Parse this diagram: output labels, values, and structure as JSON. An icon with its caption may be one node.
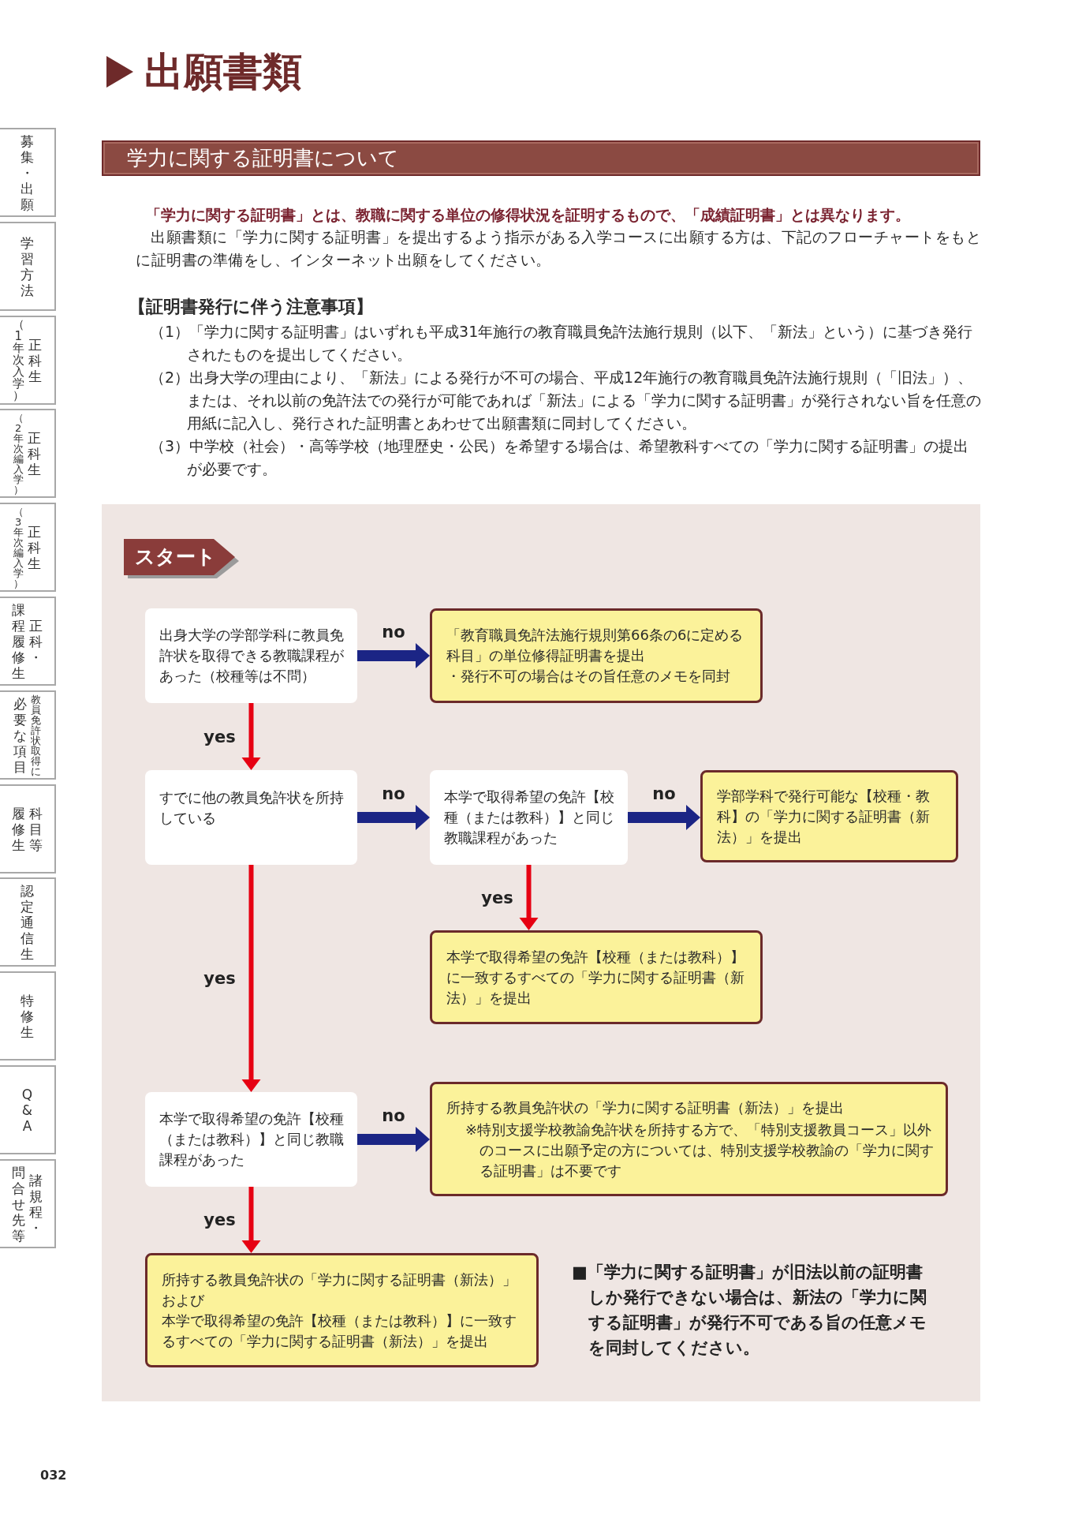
{
  "diagram": {
    "title": "出願書類",
    "nodes": [
      {
        "text": [
          "学力に関する証明書について"
        ]
      },
      {
        "text": [
          "スタート"
        ]
      },
      {
        "text": [
          "出身大学の学部学科に教員免許状を取得できる教職課程があった（校種等は不問）"
        ]
      },
      {
        "text": [
          "「教育職員免許法施行規則第66条の6に定める科目」の単位修得証明書を提出",
          "・発行不可の場合はその旨任意のメモを同封"
        ]
      },
      {
        "text": [
          "すでに他の教員免許状を所持している"
        ]
      },
      {
        "text": [
          "本学で取得希望の免許【校種（または教科）】と同じ教職課程があった"
        ]
      },
      {
        "text": [
          "学部学科で発行可能な【校種・教科】の「学力に関する証明書（新法）」を提出"
        ]
      },
      {
        "text": [
          "本学で取得希望の免許【校種（または教科）】に一致するすべての「学力に関する証明書（新法）」を提出"
        ]
      },
      {
        "text": [
          "本学で取得希望の免許【校種（または教科）】と同じ教職課程があった"
        ]
      },
      {
        "text": [
          "所持する教員免許状の「学力に関する証明書（新法）」を提出",
          "※特別支援学校教諭免許状を所持する方で、「特別支援教員コース」以外のコースに出願予定の方については、特別支援学校教諭の「学力に関する証明書」は不要です"
        ]
      },
      {
        "text": [
          "所持する教員免許状の「学力に関する証明書（新法）」",
          "および",
          "本学で取得希望の免許【校種（または教科）】に一致するすべての「学力に関する証明書（新法）」を提出"
        ]
      },
      {
        "text": [
          "募集・出願"
        ]
      },
      {
        "text": [
          "学習方法"
        ]
      },
      {
        "text": [
          "（1年次入学）",
          "正科生"
        ]
      },
      {
        "text": [
          "（2年次編入学）",
          "正科生"
        ]
      },
      {
        "text": [
          "（3年次編入学）",
          "正科生"
        ]
      },
      {
        "text": [
          "課程履修生",
          "正科・"
        ]
      },
      {
        "text": [
          "必要な項目",
          "教員免許状取得に"
        ]
      },
      {
        "text": [
          "履修生",
          "科目等"
        ]
      },
      {
        "text": [
          "認定通信生"
        ]
      },
      {
        "text": [
          "特修生"
        ]
      },
      {
        "text": [
          "Q&A"
        ]
      },
      {
        "text": [
          "問合せ先等",
          "諸規程・"
        ]
      }
    ],
    "edges": [
      {
        "from": 2,
        "to": 3,
        "arrow": "to",
        "label": "no",
        "style": "thick",
        "color": "#1b2585"
      },
      {
        "from": 2,
        "to": 4,
        "arrow": "to",
        "label": "yes",
        "color": "#e60012"
      },
      {
        "from": 4,
        "to": 5,
        "arrow": "to",
        "label": "no",
        "style": "thick",
        "color": "#1b2585"
      },
      {
        "from": 5,
        "to": 6,
        "arrow": "to",
        "label": "no",
        "style": "thick",
        "color": "#1b2585"
      },
      {
        "from": 5,
        "to": 7,
        "arrow": "to",
        "label": "yes",
        "color": "#e60012"
      },
      {
        "from": 4,
        "to": 8,
        "arrow": "to",
        "label": "yes",
        "color": "#e60012"
      },
      {
        "from": 8,
        "to": 9,
        "arrow": "to",
        "label": "no",
        "style": "thick",
        "color": "#1b2585"
      },
      {
        "from": 8,
        "to": 10,
        "arrow": "to",
        "label": "yes",
        "color": "#e60012"
      }
    ],
    "labels": [
      "「学力に関する証明書」とは、教職に関する単位の修得状況を証明するもので、「成績証明書」とは異なります。",
      "出願書類に「学力に関する証明書」を提出するよう指示がある入学コースに出願する方は、下記のフローチャートをもとに証明書の準備をし、インターネット出願をしてください。",
      "【証明書発行に伴う注意事項】",
      "（1）「学力に関する証明書」はいずれも平成31年施行の教育職員免許法施行規則（以下、「新法」という）に基づき発行されたものを提出してください。",
      "（2）出身大学の理由により、「新法」による発行が不可の場合、平成12年施行の教育職員免許法施行規則（「旧法」）、または、それ以前の免許法での発行が可能であれば「新法」による「学力に関する証明書」が発行されない旨を任意の用紙に記入し、発行された証明書とあわせて出願書類に同封してください。",
      "（3）中学校（社会）・高等学校（地理歴史・公民）を希望する場合は、希望教科すべての「学力に関する証明書」の提出が必要です。",
      "■「学力に関する証明書」が旧法以前の証明書しか発行できない場合は、新法の「学力に関する証明書」が発行不可である旨の任意メモを同封してください。",
      "032"
    ]
  }
}
